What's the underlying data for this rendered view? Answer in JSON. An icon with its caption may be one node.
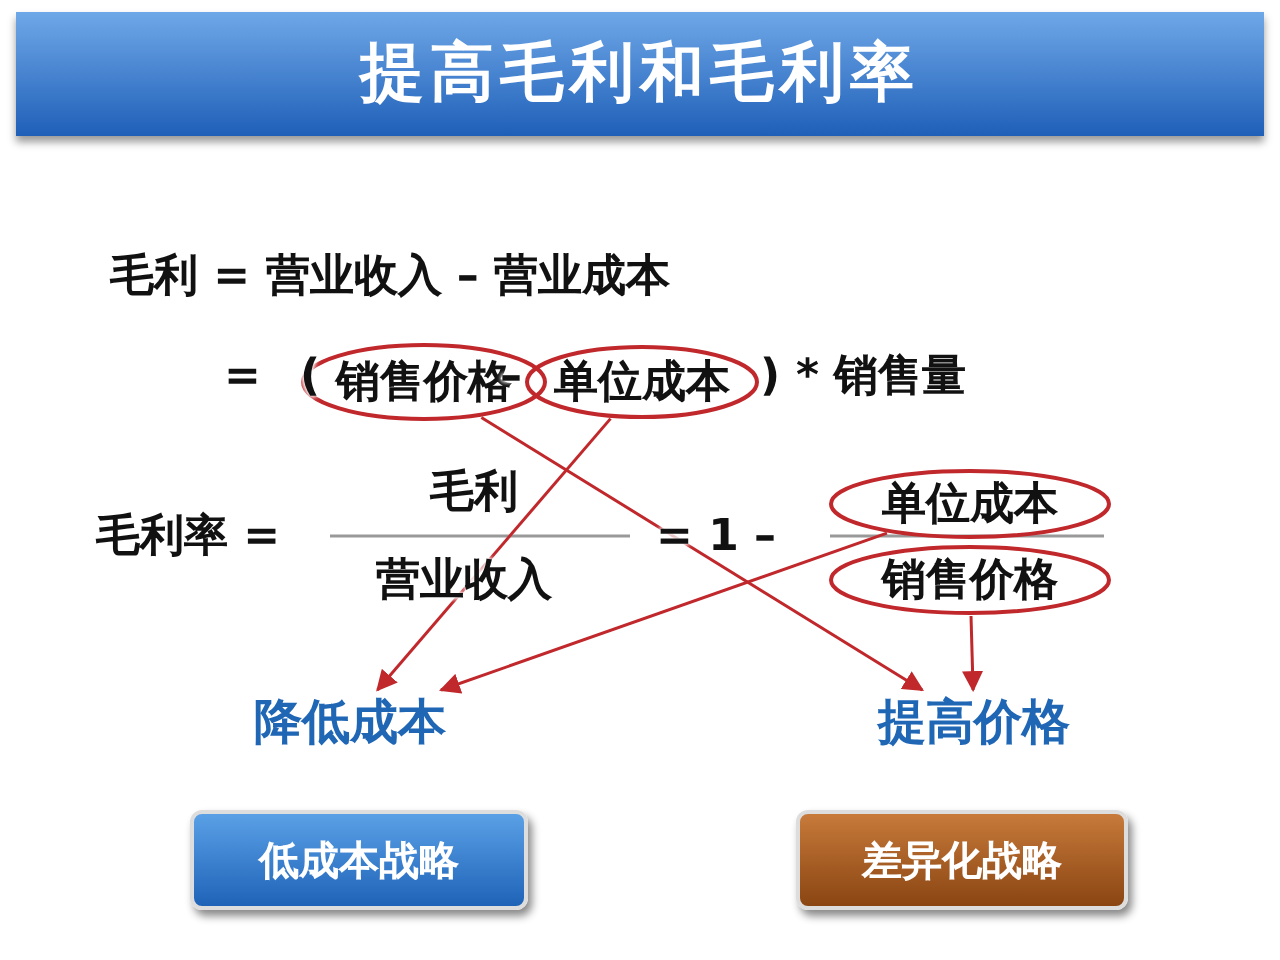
{
  "diagram": {
    "title": "提高毛利和毛利率",
    "nodes": [
      {
        "text": [
          "销售价格"
        ]
      },
      {
        "text": [
          "单位成本"
        ]
      },
      {
        "text": [
          "单位成本"
        ]
      },
      {
        "text": [
          "销售价格"
        ]
      },
      {
        "text": [
          "降低成本"
        ]
      },
      {
        "text": [
          "提高价格"
        ]
      },
      {
        "text": [
          "低成本战略"
        ]
      },
      {
        "text": [
          "差异化战略"
        ]
      }
    ],
    "edges": [
      {
        "from": 0,
        "to": 5,
        "arrow": "to"
      },
      {
        "from": 1,
        "to": 4,
        "arrow": "to"
      },
      {
        "from": 2,
        "to": 4,
        "arrow": "to"
      },
      {
        "from": 3,
        "to": 5,
        "arrow": "to"
      }
    ],
    "labels": [
      "毛利 = 营业收入 – 营业成本",
      "=",
      "(",
      "–",
      ")",
      "* 销售量",
      "毛利率 =",
      "毛利",
      "营业收入",
      "= 1 –"
    ]
  }
}
